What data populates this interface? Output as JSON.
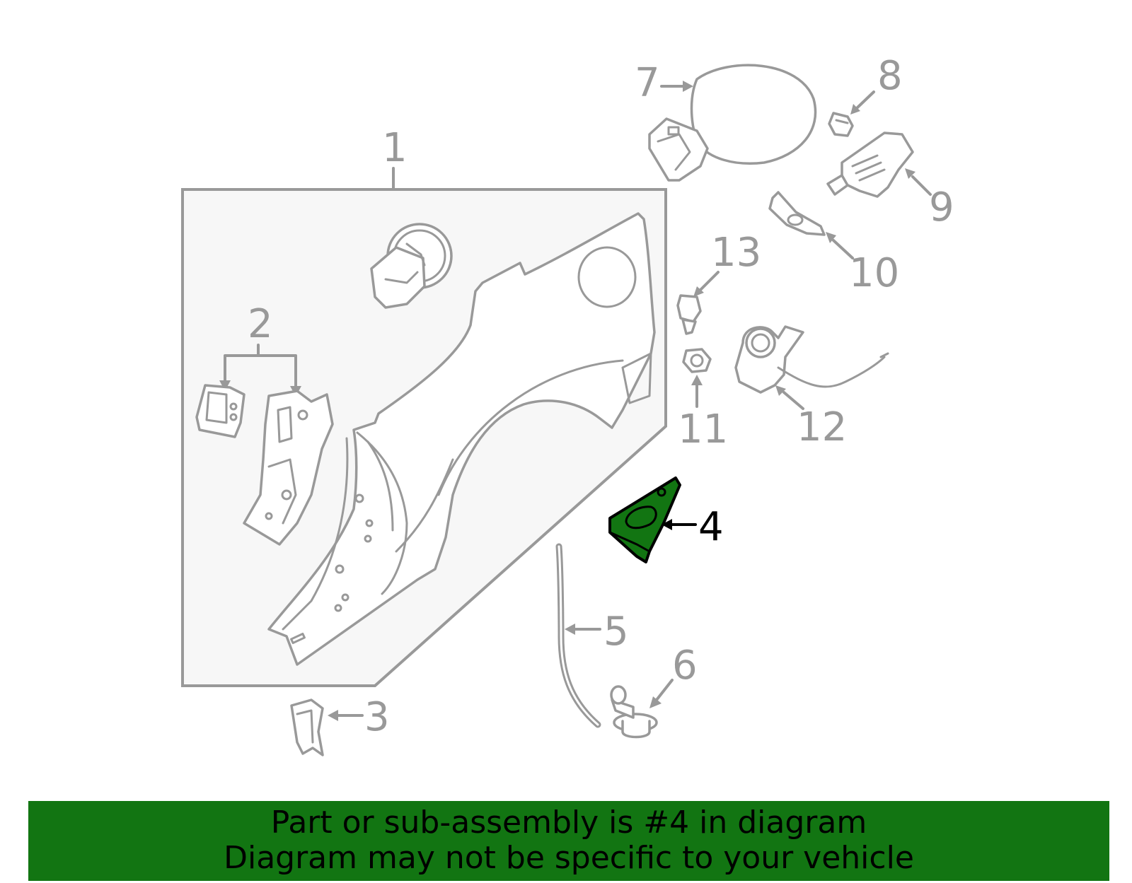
{
  "callouts": {
    "c1": "1",
    "c2": "2",
    "c3": "3",
    "c4": "4",
    "c5": "5",
    "c6": "6",
    "c7": "7",
    "c8": "8",
    "c9": "9",
    "c10": "10",
    "c11": "11",
    "c12": "12",
    "c13": "13"
  },
  "highlight": {
    "part_number": "4",
    "color": "#127512"
  },
  "banner": {
    "line1": "Part or sub-assembly is #4 in diagram",
    "line2": "Diagram may not be specific to your vehicle",
    "background": "#127512"
  },
  "colors": {
    "linework": "#999999",
    "panel_fill": "#f7f7f7"
  }
}
